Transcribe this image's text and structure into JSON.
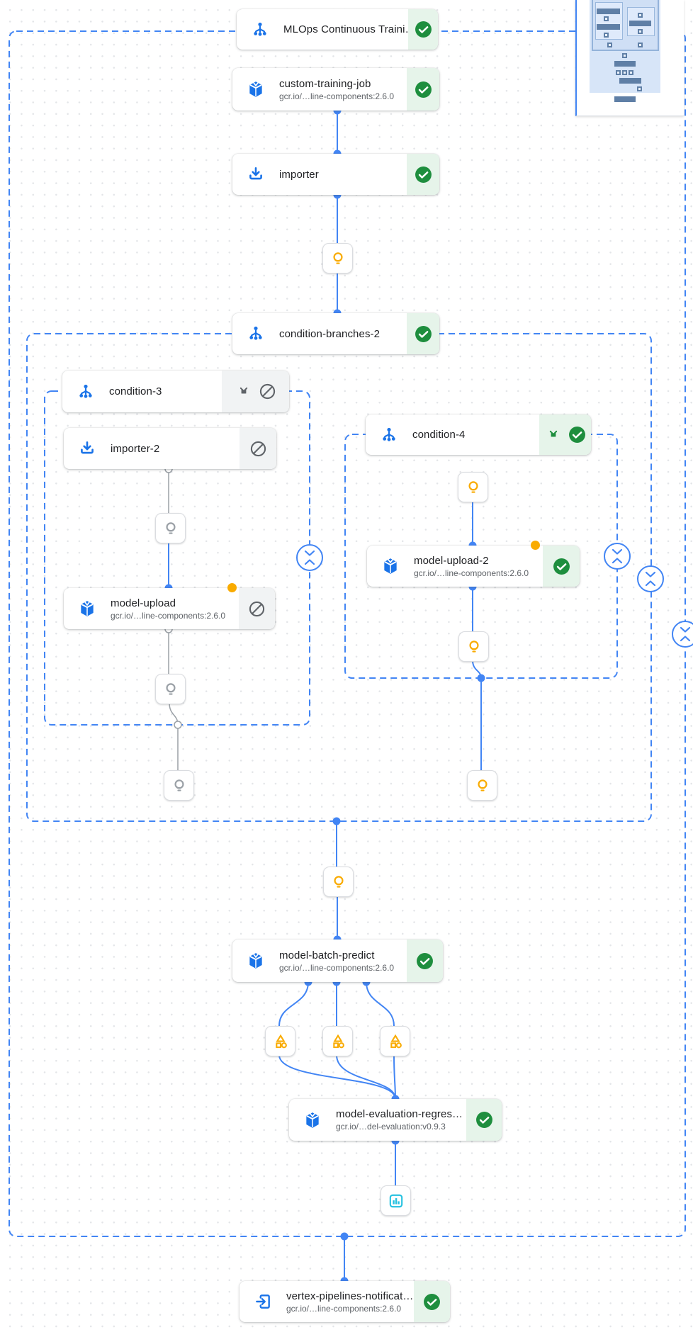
{
  "pipeline_title": "MLOps Continuous Traini…",
  "nodes": {
    "mlops": {
      "label": "MLOps Continuous Traini…",
      "status": "succeeded"
    },
    "custom_training_job": {
      "label": "custom-training-job",
      "subtitle": "gcr.io/…line-components:2.6.0",
      "status": "succeeded"
    },
    "importer": {
      "label": "importer",
      "status": "succeeded"
    },
    "condition_branches_2": {
      "label": "condition-branches-2",
      "status": "succeeded"
    },
    "condition_3": {
      "label": "condition-3",
      "status": "skipped"
    },
    "importer_2": {
      "label": "importer-2",
      "status": "skipped"
    },
    "model_upload": {
      "label": "model-upload",
      "subtitle": "gcr.io/…line-components:2.6.0",
      "status": "skipped"
    },
    "condition_4": {
      "label": "condition-4",
      "status": "succeeded"
    },
    "model_upload_2": {
      "label": "model-upload-2",
      "subtitle": "gcr.io/…line-components:2.6.0",
      "status": "succeeded"
    },
    "model_batch_predict": {
      "label": "model-batch-predict",
      "subtitle": "gcr.io/…line-components:2.6.0",
      "status": "succeeded"
    },
    "model_evaluation_regres": {
      "label": "model-evaluation-regres…",
      "subtitle": "gcr.io/…del-evaluation:v0.9.3",
      "status": "succeeded"
    },
    "vertex_pipelines_notification": {
      "label": "vertex-pipelines-notificat…",
      "subtitle": "gcr.io/…line-components:2.6.0",
      "status": "succeeded"
    }
  },
  "icons": {
    "condition": "branch-icon",
    "component": "cube-icon",
    "importer": "download-icon",
    "notification": "exit-to-app-icon",
    "artifact": "lightbulb-icon",
    "metrics": "metrics-icon",
    "evaluation_chart": "bar-chart-icon",
    "succeeded": "check-circle-icon",
    "skipped": "blocked-icon",
    "expand_subdag": "subdag-arrows-icon",
    "collapse_group": "collapse-chevrons-icon",
    "cache": "yellow-dot"
  },
  "colors": {
    "edge_blue": "#4285f4",
    "icon_blue": "#1a73e8",
    "success_green": "#1e8e3e",
    "success_bg": "#e6f4ea",
    "skipped_bg": "#f1f3f4",
    "skipped_gray": "#5f6368",
    "artifact_yellow": "#f9ab00",
    "edge_gray": "#9aa0a6",
    "chart_cyan": "#24c1e0"
  }
}
